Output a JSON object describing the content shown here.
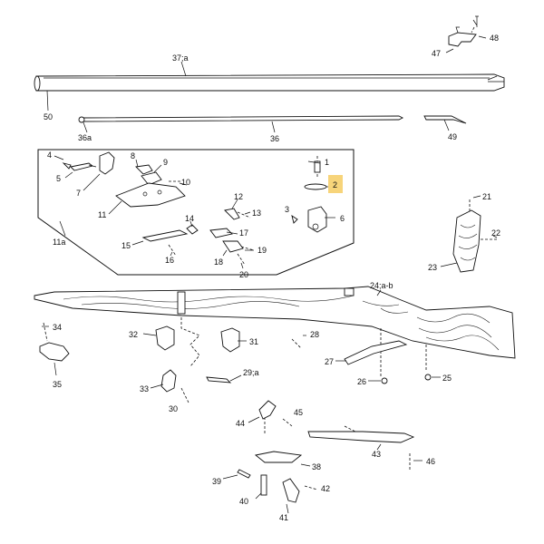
{
  "labels": {
    "l1": "1",
    "l2": "2",
    "l3": "3",
    "l4": "4",
    "l5": "5",
    "l6": "6",
    "l7": "7",
    "l8": "8",
    "l9": "9",
    "l10": "10",
    "l11": "11",
    "l11a": "11a",
    "l12": "12",
    "l13": "13",
    "l14": "14",
    "l15": "15",
    "l16": "16",
    "l17": "17",
    "l18": "18",
    "l19": "19",
    "l20": "20",
    "l21": "21",
    "l22": "22",
    "l23": "23",
    "l24ab": "24;a-b",
    "l25": "25",
    "l26": "26",
    "l27": "27",
    "l28": "28",
    "l29a": "29;a",
    "l30": "30",
    "l31": "31",
    "l32": "32",
    "l33": "33",
    "l34": "34",
    "l35": "35",
    "l36": "36",
    "l36a": "36a",
    "l37a": "37;a",
    "l38": "38",
    "l39": "39",
    "l40": "40",
    "l41": "41",
    "l42": "42",
    "l43": "43",
    "l44": "44",
    "l45": "45",
    "l46": "46",
    "l47": "47",
    "l48": "48",
    "l49": "49",
    "l50": "50"
  },
  "highlight": {
    "part": "2",
    "color": "#f7d47a"
  }
}
